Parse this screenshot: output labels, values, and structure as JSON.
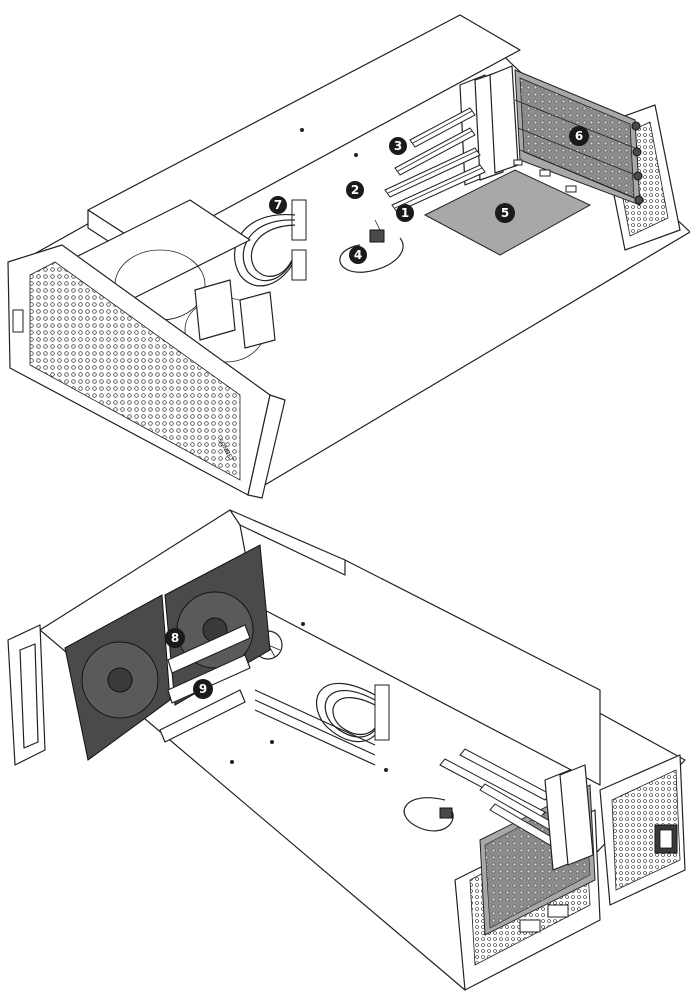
{
  "callouts": [
    "1",
    "2",
    "3",
    "4",
    "5",
    "6",
    "7",
    "8",
    "9"
  ],
  "front_brand": "SONNET",
  "colors": {
    "line": "#222222",
    "callout_fill": "#1a1a1a",
    "callout_text": "#ffffff",
    "board": "#a8a8a8",
    "fan": "#4a4a4a"
  }
}
